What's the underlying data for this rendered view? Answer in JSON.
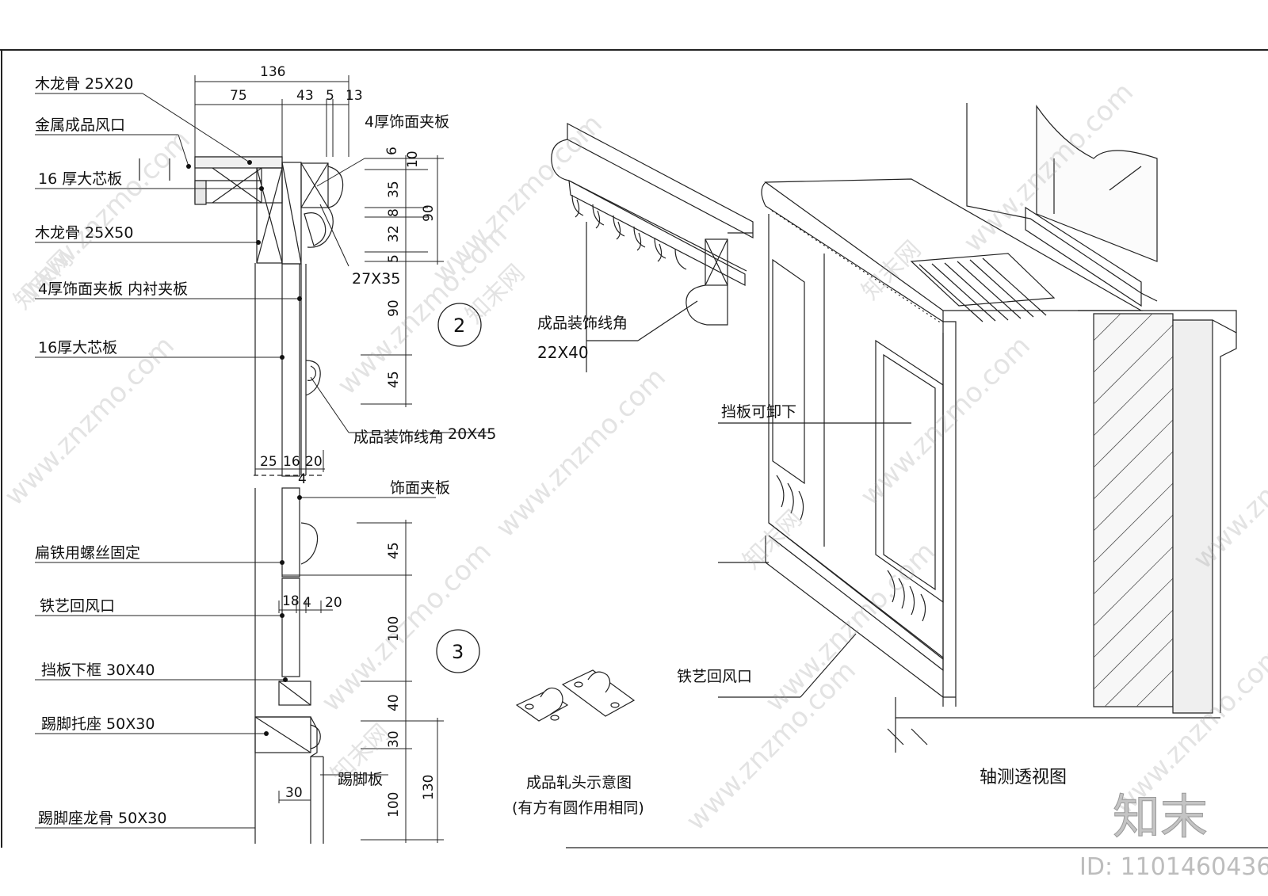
{
  "labels_left": [
    "木龙骨  25X20",
    "金属成品风口",
    "16 厚大芯板",
    "木龙骨  25X50",
    "4厚饰面夹板   内衬夹板",
    "16厚大芯板",
    "扁铁用螺丝固定",
    "铁艺回风口",
    "挡板下框   30X40",
    "踢脚托座   50X30",
    "踢脚座龙骨   50X30"
  ],
  "labels_section": {
    "veneer_top": "4厚饰面夹板",
    "profile_27x35": "27X35",
    "moulding_20x45_name": "成品装饰线角",
    "moulding_20x45_size": "20X45",
    "veneer": "饰面夹板",
    "skirting": "踢脚板"
  },
  "dims": {
    "top_total": "136",
    "top_parts": [
      "75",
      "43",
      "5",
      "13"
    ],
    "right_upper": [
      "6",
      "10",
      "35",
      "8",
      "32",
      "5",
      "90"
    ],
    "right_mid": [
      "90",
      "45"
    ],
    "row_mid": [
      "25",
      "16",
      "20"
    ],
    "small_4": "4",
    "right_lower": [
      "45",
      "100",
      "40",
      "30",
      "100",
      "130"
    ],
    "row_lower": [
      "18",
      "4",
      "20"
    ],
    "dim_30": "30"
  },
  "section_marks": [
    "2",
    "3"
  ],
  "perspective": {
    "moulding_name": "成品装饰线角",
    "moulding_size": "22X40",
    "panel_removable": "挡板可卸下",
    "return_vent": "铁艺回风口",
    "title": "轴测透视图"
  },
  "catch_caption": [
    "成品轧头示意图",
    "(有方有圆作用相同)"
  ],
  "brand": {
    "logo": "知末",
    "id_text": "ID: 1101460436",
    "watermark": "www.znzmo.com",
    "watermark_cn": "知末网"
  }
}
